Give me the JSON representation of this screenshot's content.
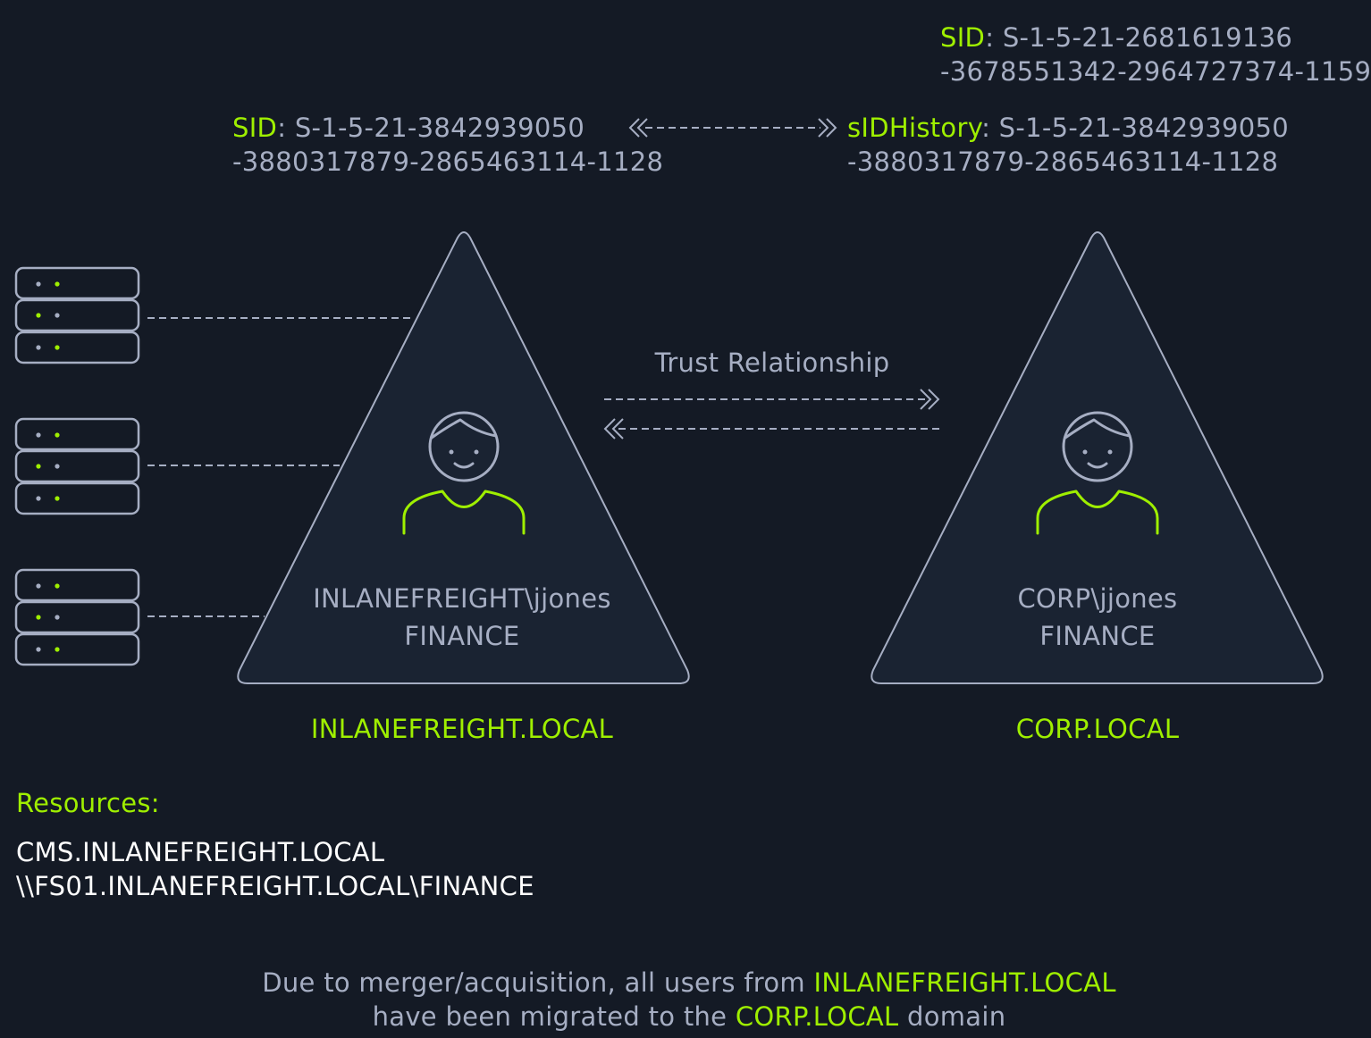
{
  "colors": {
    "background": "#141a25",
    "accent": "#9fef00",
    "line": "#a6aec3",
    "triangle_fill": "#1a2332",
    "text_light": "#ffffff"
  },
  "corp_sid": {
    "label": "SID",
    "sep": ":",
    "value_line1": "S-1-5-21-2681619136",
    "value_line2": "-3678551342-2964727374-1159"
  },
  "inlane_sid": {
    "label": "SID",
    "sep": ":",
    "value_line1": "S-1-5-21-3842939050",
    "value_line2": "-3880317879-2865463114-1128"
  },
  "sid_history": {
    "label": "sIDHistory",
    "sep": ":",
    "value_line1": "S-1-5-21-3842939050",
    "value_line2": "-3880317879-2865463114-1128"
  },
  "trust": {
    "label": "Trust Relationship"
  },
  "left_domain": {
    "user": "INLANEFREIGHT\\jjones",
    "group": "FINANCE",
    "name": "INLANEFREIGHT.LOCAL"
  },
  "right_domain": {
    "user": "CORP\\jjones",
    "group": "FINANCE",
    "name": "CORP.LOCAL"
  },
  "resources": {
    "heading": "Resources:",
    "items": [
      "CMS.INLANEFREIGHT.LOCAL",
      "\\\\FS01.INLANEFREIGHT.LOCAL\\FINANCE"
    ]
  },
  "footer": {
    "line1_pre": "Due to merger/acquisition, all users from ",
    "line1_domain": "INLANEFREIGHT.LOCAL",
    "line2_pre": "have been migrated to the ",
    "line2_domain": "CORP.LOCAL",
    "line2_post": " domain"
  },
  "icons": [
    "server-stack-icon",
    "user-icon",
    "bidirectional-arrow-icon"
  ]
}
